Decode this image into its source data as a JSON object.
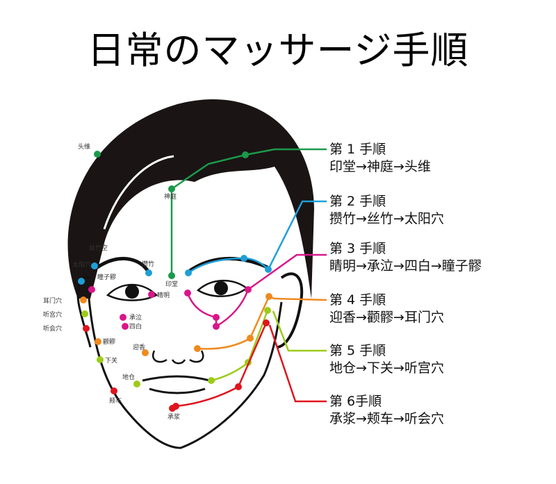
{
  "title": "日常のマッサージ手順",
  "steps": [
    {
      "label": "第 1 手順",
      "sequence": "印堂→神庭→头维",
      "color": "#1a9a4a"
    },
    {
      "label": "第 2 手順",
      "sequence": "攒竹→丝竹→太阳穴",
      "color": "#1e9fd8"
    },
    {
      "label": "第 3 手順",
      "sequence": "睛明→承泣→四白→瞳子髎",
      "color": "#d8168a"
    },
    {
      "label": "第 4 手順",
      "sequence": "迎香→颧髎→耳门穴",
      "color": "#f08a1e"
    },
    {
      "label": "第 5 手順",
      "sequence": "地仓→下关→听宫穴",
      "color": "#9ccc1a"
    },
    {
      "label": "第 6手順",
      "sequence": "承浆→颊车→听会穴",
      "color": "#e0141e"
    }
  ],
  "points": {
    "touwei": "头维",
    "shenting": "神庭",
    "yintang": "印堂",
    "sizhukong": "丝竹空",
    "taiyang": "太阳穴",
    "cuanzhu": "攒竹",
    "tongziliao": "瞳子髎",
    "jingming": "睛明",
    "chengqi": "承泣",
    "sibai": "四白",
    "ermen": "耳门穴",
    "tinggong": "听宫穴",
    "tinghui": "听会穴",
    "quanliao": "颧髎",
    "xiaguan": "下关",
    "yingxiang": "迎香",
    "dicang": "地仓",
    "jiache": "颊车",
    "chengjiang": "承浆"
  }
}
